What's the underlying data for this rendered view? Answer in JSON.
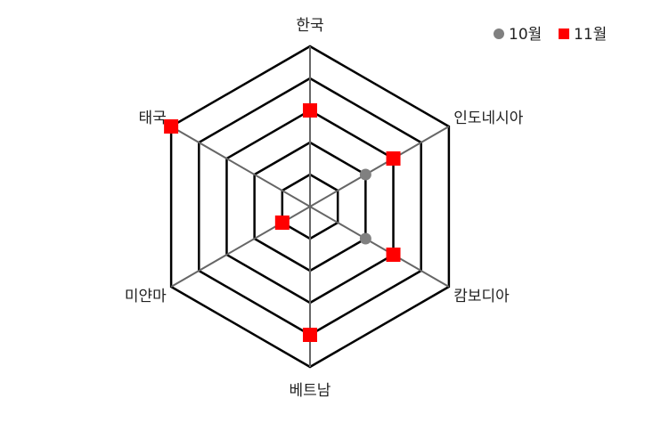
{
  "chart_data": {
    "type": "radar",
    "categories": [
      "한국",
      "인도네시아",
      "캄보디아",
      "베트남",
      "미얀마",
      "태국"
    ],
    "series": [
      {
        "name": "10월",
        "values": [
          null,
          2,
          2,
          null,
          null,
          null
        ],
        "color": "#808080",
        "marker": "circle"
      },
      {
        "name": "11월",
        "values": [
          3,
          3,
          3,
          4,
          1,
          5
        ],
        "color": "#ff0000",
        "marker": "square"
      }
    ],
    "rlim": [
      0,
      5
    ],
    "ring_count": 5,
    "grid": true,
    "legend": "top-right"
  }
}
